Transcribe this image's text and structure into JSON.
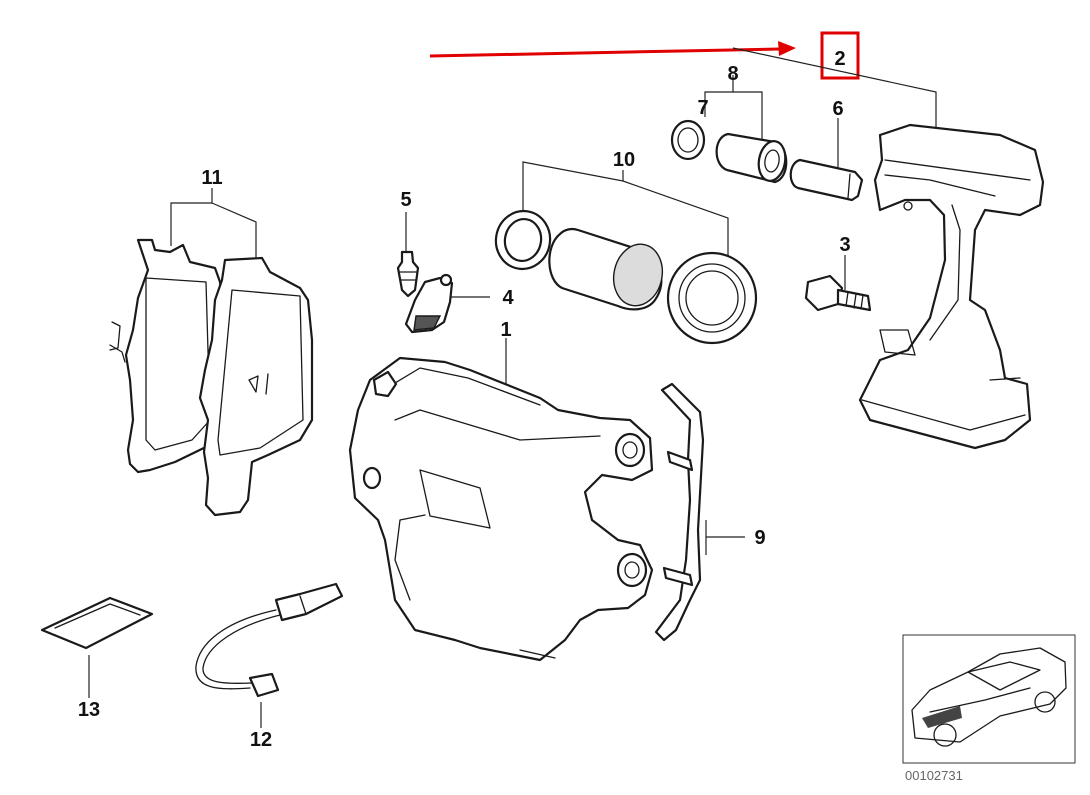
{
  "callouts": {
    "c1": "1",
    "c2": "2",
    "c3": "3",
    "c4": "4",
    "c5": "5",
    "c6": "6",
    "c7": "7",
    "c8": "8",
    "c9": "9",
    "c10": "10",
    "c11": "11",
    "c12": "12",
    "c13": "13"
  },
  "highlight": {
    "target": "2",
    "color": "#e00000"
  },
  "reference_code": "00102731"
}
